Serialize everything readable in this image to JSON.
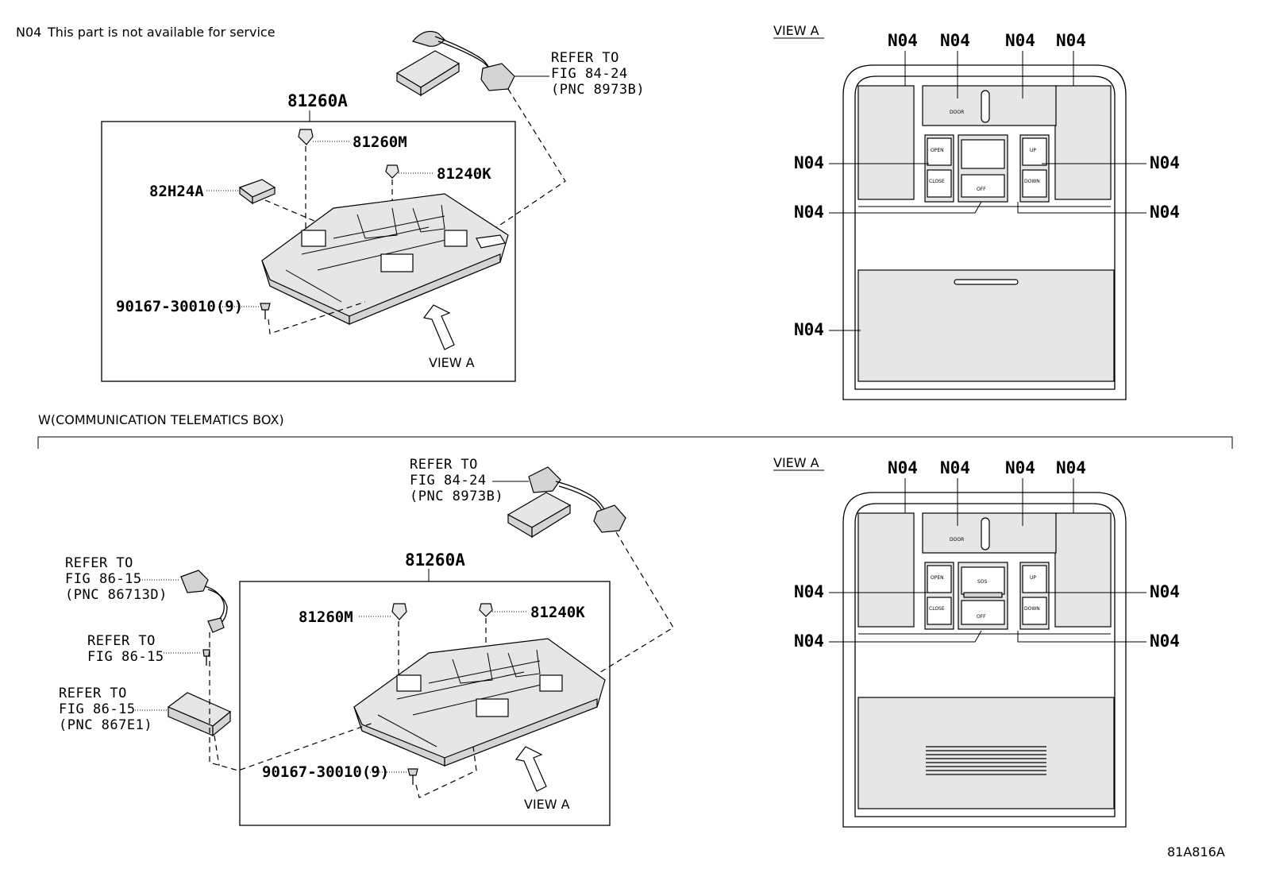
{
  "note": {
    "code": "N04",
    "text": "This part is not available for service"
  },
  "figure_id": "81A816A",
  "variant_label": "W(COMMUNICATION TELEMATICS BOX)",
  "view_a_title": "VIEW A",
  "top": {
    "assembly": "81260A",
    "parts": {
      "p81260m": "81260M",
      "p81240k": "81240K",
      "p82h24a": "82H24A",
      "screw": "90167-30010(9)"
    },
    "ref": [
      "REFER TO",
      "FIG 84-24",
      "(PNC 8973B)"
    ],
    "view_arrow": "VIEW A"
  },
  "bottom": {
    "assembly": "81260A",
    "parts": {
      "p81260m": "81260M",
      "p81240k": "81240K",
      "screw": "90167-30010(9)"
    },
    "ref_main": [
      "REFER TO",
      "FIG 84-24",
      "(PNC 8973B)"
    ],
    "ref_harness": [
      "REFER TO",
      "FIG 86-15",
      "(PNC 86713D)"
    ],
    "ref_bolt": [
      "REFER TO",
      "FIG 86-15"
    ],
    "ref_box": [
      "REFER TO",
      "FIG 86-15",
      "(PNC 867E1)"
    ],
    "view_arrow": "VIEW A"
  },
  "view_a": {
    "callout": "N04",
    "buttons": {
      "open": "OPEN",
      "close": "CLOSE",
      "up": "UP",
      "down": "DOWN",
      "door": "DOOR",
      "off": "OFF",
      "sos": "SOS"
    }
  }
}
